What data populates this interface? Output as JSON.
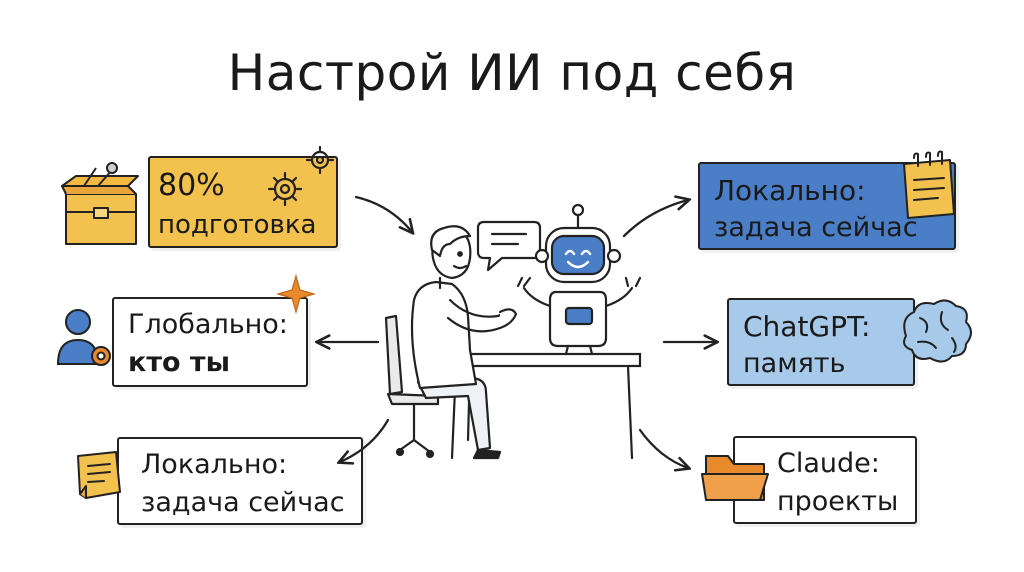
{
  "title": "Настрой ИИ под себя",
  "cards": {
    "prep": {
      "line1": "80%",
      "line2": "подготовка"
    },
    "global": {
      "line1": "Глобально:",
      "line2": "кто ты"
    },
    "local_left": {
      "line1": "Локально:",
      "line2": "задача сейчас"
    },
    "local_right": {
      "line1": "Локально:",
      "line2": "задача сейчас"
    },
    "chatgpt": {
      "line1": "ChatGPT:",
      "line2": "память"
    },
    "claude": {
      "line1": "Claude:",
      "line2": "проекты"
    }
  },
  "colors": {
    "yellow": "#f3c14e",
    "blue": "#4a7fc8",
    "light_blue": "#a7c9ea",
    "accent_orange": "#e8892c",
    "ink": "#222222"
  },
  "icons": [
    "toolbox-icon",
    "gear-icon",
    "user-gear-icon",
    "sparkle-icon",
    "note-icon",
    "notepad-icon",
    "brain-icon",
    "folder-icon",
    "robot-icon",
    "person-icon",
    "chat-bubble-icon"
  ]
}
